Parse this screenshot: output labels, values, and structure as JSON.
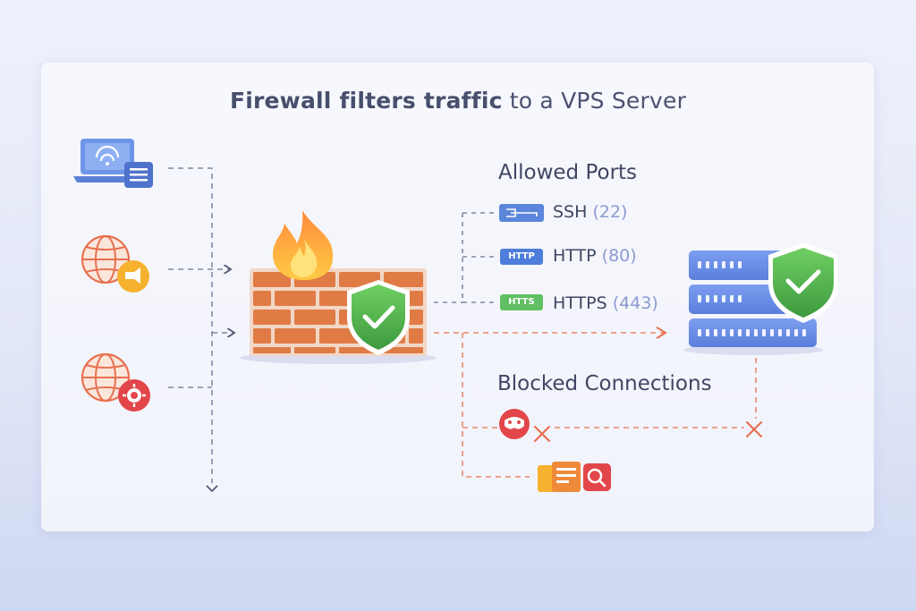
{
  "diagram": {
    "title_bold": "Firewall filters traffic",
    "title_rest": " to a VPS Server",
    "allowed_heading": "Allowed Ports",
    "blocked_heading": "Blocked Connections",
    "ports": [
      {
        "name": "SSH",
        "number": "(22)",
        "badge": "",
        "badge_color": "#5b86db"
      },
      {
        "name": "HTTP",
        "number": "(80)",
        "badge": "HTTP",
        "badge_color": "#4f7ddb"
      },
      {
        "name": "HTTPS",
        "number": "(443)",
        "badge": "HTTS",
        "badge_color": "#5fbf62"
      }
    ],
    "icons": {
      "source_1": "laptop-wifi-icon",
      "source_2": "globe-megaphone-icon",
      "source_3": "globe-virus-icon",
      "firewall": "brick-firewall-icon",
      "flame": "flame-icon",
      "shield": "shield-check-icon",
      "server": "server-rack-icon",
      "blocked_1": "hacker-mask-icon",
      "blocked_2": "blocked-files-icon",
      "block_mark": "x-mark-icon"
    },
    "colors": {
      "accent_blue": "#5b86db",
      "allow_green": "#4fb04a",
      "block_red": "#e35a4a",
      "brick": "#e07b45"
    }
  }
}
